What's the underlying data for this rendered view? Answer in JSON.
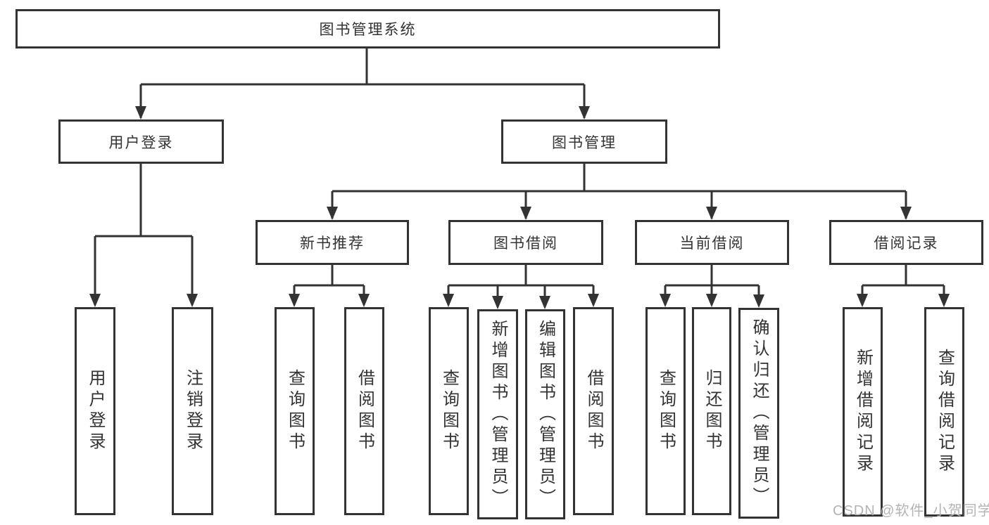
{
  "tree": {
    "label": "图书管理系统",
    "children": [
      {
        "label": "用户登录",
        "children": [
          {
            "label": "用户登录"
          },
          {
            "label": "注销登录"
          }
        ]
      },
      {
        "label": "图书管理",
        "children": [
          {
            "label": "新书推荐",
            "children": [
              {
                "label": "查询图书"
              },
              {
                "label": "借阅图书"
              }
            ]
          },
          {
            "label": "图书借阅",
            "children": [
              {
                "label": "查询图书"
              },
              {
                "label": "新增图书（管理员）"
              },
              {
                "label": "编辑图书（管理员）"
              },
              {
                "label": "借阅图书"
              }
            ]
          },
          {
            "label": "当前借阅",
            "children": [
              {
                "label": "查询图书"
              },
              {
                "label": "归还图书"
              },
              {
                "label": "确认归还（管理员）"
              }
            ]
          },
          {
            "label": "借阅记录",
            "children": [
              {
                "label": "新增借阅记录"
              },
              {
                "label": "查询借阅记录"
              }
            ]
          }
        ]
      }
    ]
  },
  "watermark": {
    "text": "CSDN @软件_小贺同学"
  },
  "colors": {
    "line": "#333333",
    "border": "#333333",
    "fill": "#ffffff",
    "text": "#333333",
    "watermark": "#b3b3b3"
  }
}
